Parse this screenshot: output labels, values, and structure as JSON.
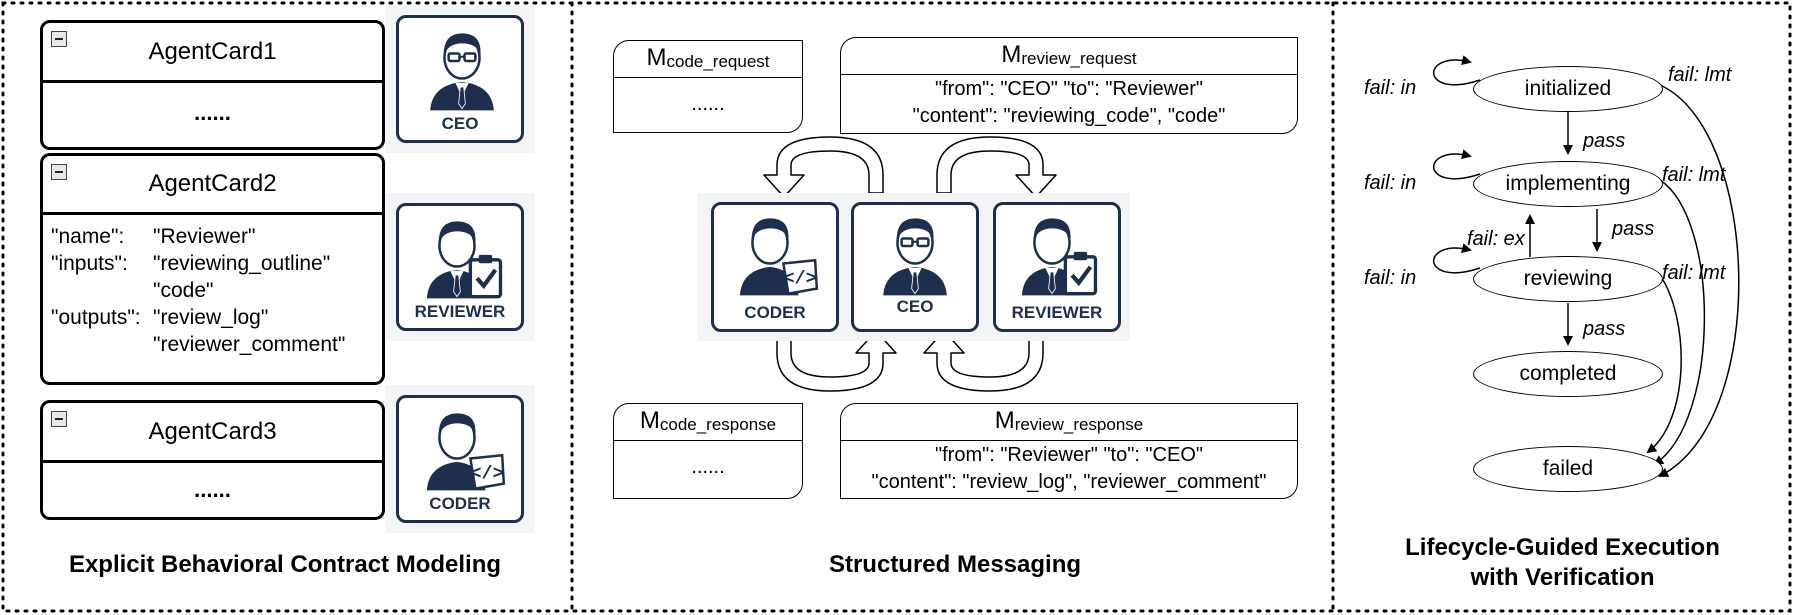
{
  "sections": {
    "contracts": {
      "caption": "Explicit Behavioral Contract Modeling",
      "cards": [
        {
          "title": "AgentCard1",
          "body": "......"
        },
        {
          "title": "AgentCard2",
          "rows": [
            {
              "key": "\"name\":",
              "value": "\"Reviewer\""
            },
            {
              "key": "\"inputs\":",
              "value": "\"reviewing_outline\""
            },
            {
              "key": "",
              "value": "\"code\""
            },
            {
              "key": "\"outputs\":",
              "value": "\"review_log\""
            },
            {
              "key": "",
              "value": "\"reviewer_comment\""
            }
          ]
        },
        {
          "title": "AgentCard3",
          "body": "......"
        }
      ],
      "avatars": [
        "CEO",
        "REVIEWER",
        "CODER"
      ]
    },
    "messaging": {
      "caption": "Structured Messaging",
      "messages": {
        "code_request": {
          "prefix": "M",
          "sub": "code_request",
          "body": "......"
        },
        "review_request": {
          "prefix": "M",
          "sub": "review_request",
          "line1": "\"from\": \"CEO\" \"to\": \"Reviewer\"",
          "line2": "\"content\": \"reviewing_code\", \"code\""
        },
        "code_response": {
          "prefix": "M",
          "sub": "code_response",
          "body": "......"
        },
        "review_response": {
          "prefix": "M",
          "sub": "review_response",
          "line1": "\"from\": \"Reviewer\" \"to\": \"CEO\"",
          "line2": "\"content\": \"review_log\", \"reviewer_comment\""
        }
      },
      "agents": [
        "CODER",
        "CEO",
        "REVIEWER"
      ]
    },
    "lifecycle": {
      "caption_line1": "Lifecycle-Guided Execution",
      "caption_line2": "with Verification",
      "states": [
        "initialized",
        "implementing",
        "reviewing",
        "completed",
        "failed"
      ],
      "edges": {
        "fail_in": "fail: in",
        "fail_lmt": "fail: lmt",
        "pass": "pass",
        "fail_ex": "fail: ex"
      }
    }
  },
  "colors": {
    "navy": "#1e2f4d",
    "ink": "#000000"
  }
}
